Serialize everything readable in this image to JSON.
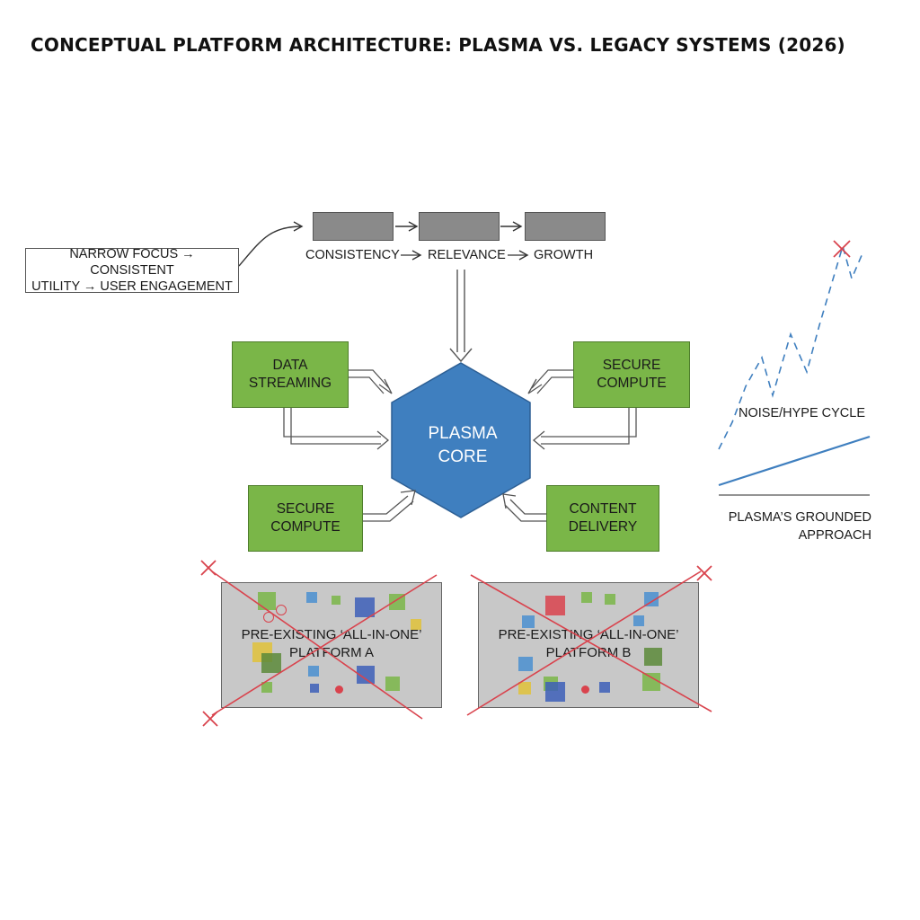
{
  "title": "CONCEPTUAL PLATFORM ARCHITECTURE: PLASMA VS. LEGACY SYSTEMS (2026)",
  "note": {
    "line1": "NARROW FOCUS → CONSISTENT",
    "line2": "UTILITY → USER ENGAGEMENT"
  },
  "flow": {
    "step1": "CONSISTENCY",
    "step2": "RELEVANCE",
    "step3": "GROWTH"
  },
  "core": {
    "line1": "PLASMA",
    "line2": "CORE"
  },
  "modules": {
    "data_streaming": {
      "line1": "DATA",
      "line2": "STREAMING"
    },
    "secure_compute_right": {
      "line1": "SECURE",
      "line2": "COMPUTE"
    },
    "secure_compute_left": {
      "line1": "SECURE",
      "line2": "COMPUTE"
    },
    "content_delivery": {
      "line1": "CONTENT",
      "line2": "DELIVERY"
    }
  },
  "legacy": {
    "a": {
      "line1": "PRE-EXISTING ‘ALL-IN-ONE’",
      "line2": "PLATFORM A"
    },
    "b": {
      "line1": "PRE-EXISTING ‘ALL-IN-ONE’",
      "line2": "PLATFORM B"
    }
  },
  "trend": {
    "noise_label": "NOISE/HYPE CYCLE",
    "grounded_line1": "PLASMA’S GROUNDED",
    "grounded_line2": "APPROACH"
  },
  "colors": {
    "module_green": "#7ab648",
    "core_blue": "#3f7fbf",
    "cross_red": "#d9434d",
    "legacy_gray": "#c8c8c8"
  }
}
